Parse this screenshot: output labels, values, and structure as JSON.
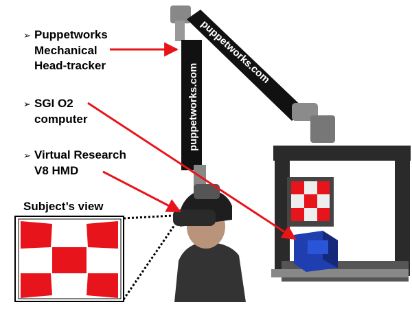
{
  "labels": {
    "tracker": {
      "bullet": "➢",
      "lines": [
        "Puppetworks",
        "Mechanical",
        "Head-tracker"
      ]
    },
    "sgi": {
      "bullet": "➢",
      "lines": [
        "SGI O2",
        "computer"
      ]
    },
    "hmd": {
      "bullet": "➢",
      "lines": [
        "Virtual Research",
        "V8 HMD"
      ]
    },
    "view": "Subject’s view"
  },
  "boom_text": {
    "upper": "puppetworks.com",
    "lower": "puppetworks.com"
  },
  "colors": {
    "arrow": "#e8141b",
    "checker_red": "#e8141b",
    "checker_white": "#ffffff",
    "boom": "#111111",
    "frame": "#2a2a2a"
  }
}
